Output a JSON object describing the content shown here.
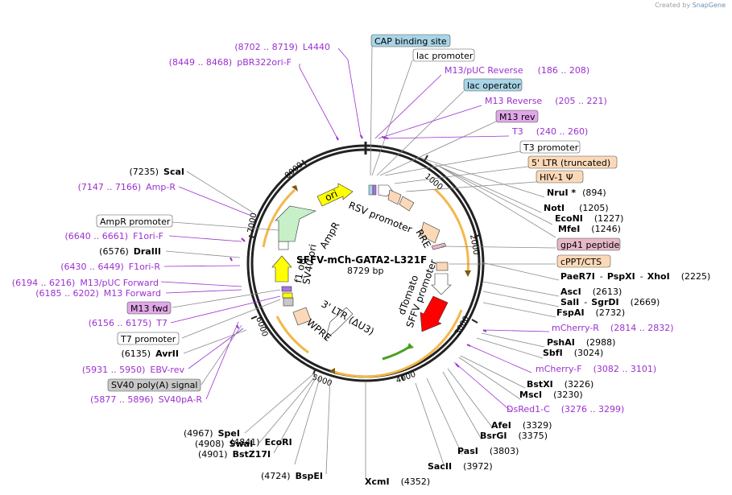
{
  "credit": {
    "prefix": "Created by ",
    "brand": "SnapGene"
  },
  "plasmid": {
    "name": "SFFV-mCh-GATA2-L321F",
    "length": "8729 bp"
  },
  "ticks": [
    "1000",
    "2000",
    "3000",
    "4000",
    "5000",
    "6000",
    "7000",
    "8000"
  ],
  "colors": {
    "primer": "#9b30d0",
    "cap": "#a8d4e6",
    "lacop": "#a8d4e6",
    "m13rev": "#e0a8e8",
    "ltr": "#fbd9b8",
    "gp41": "#e6b8c8",
    "sv40": "#c8c8c8",
    "amp_arrow": "#c8f0c8",
    "ori_arrow": "#ffff00",
    "f1_arrow": "#ffff00",
    "dtomato": "#ff0000",
    "orange_arc": "#f2b84a"
  },
  "labels": [
    {
      "pos": "(8702 .. 8719)",
      "name": "L4440",
      "type": "primer"
    },
    {
      "pos": "(8449 .. 8468)",
      "name": "pBR322ori-F",
      "type": "primer"
    },
    {
      "name": "CAP binding site",
      "type": "box",
      "style": "cap"
    },
    {
      "name": "lac promoter",
      "type": "box",
      "style": "plain"
    },
    {
      "name": "M13/pUC Reverse",
      "pos": "(186 .. 208)",
      "type": "primer"
    },
    {
      "name": "lac operator",
      "type": "box",
      "style": "cap"
    },
    {
      "name": "M13 Reverse",
      "pos": "(205 .. 221)",
      "type": "primer"
    },
    {
      "name": "M13 rev",
      "type": "box",
      "style": "m13"
    },
    {
      "name": "T3",
      "pos": "(240 .. 260)",
      "type": "primer"
    },
    {
      "name": "T3 promoter",
      "type": "box",
      "style": "plain"
    },
    {
      "name": "5' LTR (truncated)",
      "type": "box",
      "style": "ltr"
    },
    {
      "name": "HIV-1 Ψ",
      "type": "box",
      "style": "ltr"
    },
    {
      "name": "NruI *",
      "pos": "(894)",
      "type": "site"
    },
    {
      "name": "NotI",
      "pos": "(1205)",
      "type": "site"
    },
    {
      "name": "EcoNI",
      "pos": "(1227)",
      "type": "site"
    },
    {
      "name": "MfeI",
      "pos": "(1246)",
      "type": "site"
    },
    {
      "name": "gp41 peptide",
      "type": "box",
      "style": "gp41"
    },
    {
      "name": "cPPT/CTS",
      "type": "box",
      "style": "ltr"
    },
    {
      "name": "PaeR7I",
      "name2": "PspXI",
      "name3": "XhoI",
      "pos": "(2225)",
      "type": "site3"
    },
    {
      "name": "AscI",
      "pos": "(2613)",
      "type": "site"
    },
    {
      "name": "SalI",
      "name2": "SgrDI",
      "pos": "(2669)",
      "type": "site2"
    },
    {
      "name": "FspAI",
      "pos": "(2732)",
      "type": "site"
    },
    {
      "name": "mCherry-R",
      "pos": "(2814 .. 2832)",
      "type": "primer"
    },
    {
      "name": "PshAI",
      "pos": "(2988)",
      "type": "site"
    },
    {
      "name": "SbfI",
      "pos": "(3024)",
      "type": "site"
    },
    {
      "name": "mCherry-F",
      "pos": "(3082 .. 3101)",
      "type": "primer"
    },
    {
      "name": "BstXI",
      "pos": "(3226)",
      "type": "site"
    },
    {
      "name": "MscI",
      "pos": "(3230)",
      "type": "site"
    },
    {
      "name": "DsRed1-C",
      "pos": "(3276 .. 3299)",
      "type": "primer"
    },
    {
      "name": "AfeI",
      "pos": "(3329)",
      "type": "site"
    },
    {
      "name": "BsrGI",
      "pos": "(3375)",
      "type": "site"
    },
    {
      "name": "PasI",
      "pos": "(3803)",
      "type": "site"
    },
    {
      "name": "SacII",
      "pos": "(3972)",
      "type": "site"
    },
    {
      "name": "XcmI",
      "pos": "(4352)",
      "type": "site"
    },
    {
      "name": "BspEI",
      "pos": "(4724)",
      "type": "site"
    },
    {
      "name": "EcoRI",
      "pos": "(4841)",
      "type": "site"
    },
    {
      "name": "BstZ17I",
      "pos": "(4901)",
      "type": "site"
    },
    {
      "name": "SwaI",
      "pos": "(4908)",
      "type": "site"
    },
    {
      "name": "SpeI",
      "pos": "(4967)",
      "type": "site"
    },
    {
      "name": "SV40pA-R",
      "pos": "(5877 .. 5896)",
      "type": "primer"
    },
    {
      "name": "SV40 poly(A) signal",
      "type": "box",
      "style": "sv40"
    },
    {
      "name": "EBV-rev",
      "pos": "(5931 .. 5950)",
      "type": "primer"
    },
    {
      "name": "AvrII",
      "pos": "(6135)",
      "type": "site"
    },
    {
      "name": "T7 promoter",
      "type": "box",
      "style": "plain"
    },
    {
      "name": "T7",
      "pos": "(6156 .. 6175)",
      "type": "primer"
    },
    {
      "name": "M13 fwd",
      "type": "box",
      "style": "m13"
    },
    {
      "name": "M13 Forward",
      "pos": "(6185 .. 6202)",
      "type": "primer"
    },
    {
      "name": "M13/pUC Forward",
      "pos": "(6194 .. 6216)",
      "type": "primer"
    },
    {
      "name": "F1ori-R",
      "pos": "(6430 .. 6449)",
      "type": "primer"
    },
    {
      "name": "DraIII",
      "pos": "(6576)",
      "type": "site"
    },
    {
      "name": "F1ori-F",
      "pos": "(6640 .. 6661)",
      "type": "primer"
    },
    {
      "name": "AmpR promoter",
      "type": "box",
      "style": "plain"
    },
    {
      "name": "Amp-R",
      "pos": "(7147 .. 7166)",
      "type": "primer"
    },
    {
      "name": "ScaI",
      "pos": "(7235)",
      "type": "site"
    }
  ],
  "features": {
    "rsv": "RSV promoter",
    "rre": "RRE",
    "sffv": "SFFV promoter",
    "dtomato": "dTomato",
    "wpre": "WPRE",
    "ltr3": "3' LTR (ΔU3)",
    "sv40ori": "SV40 ori",
    "f1ori": "f1 ori",
    "ampr": "AmpR",
    "ori": "ori"
  }
}
